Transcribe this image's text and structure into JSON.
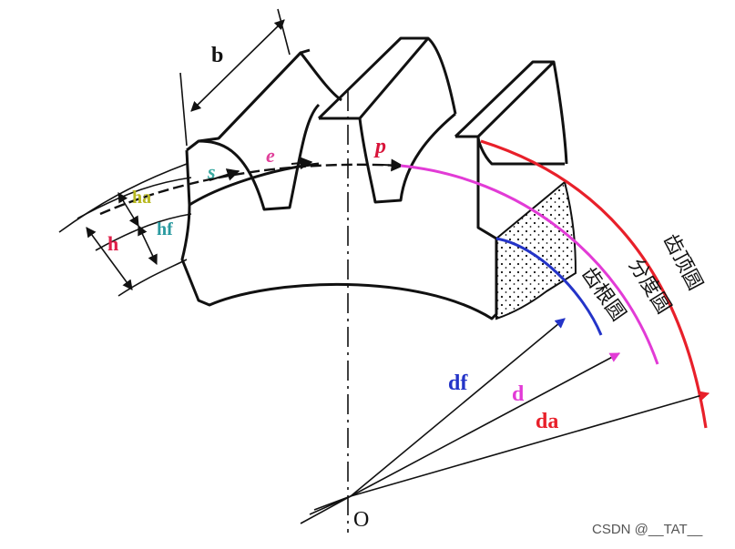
{
  "labels": {
    "b": "b",
    "s": "s",
    "e": "e",
    "p": "p",
    "ha": "ha",
    "hf": "hf",
    "h": "h",
    "df": "df",
    "d": "d",
    "da": "da",
    "origin": "O"
  },
  "circle_names": {
    "addendum": "齿顶圆",
    "pitch": "分度圆",
    "dedendum": "齿根圆"
  },
  "watermark": "CSDN @__TAT__",
  "colors": {
    "addendum": "#e8202a",
    "pitch": "#e23bd6",
    "dedendum": "#2434c8",
    "ink": "#111111",
    "label_s": "#39a8a0",
    "label_e": "#e0409a",
    "label_p": "#d8143a",
    "label_ha": "#b8b820",
    "label_hf": "#2a9aa0",
    "label_h": "#e0204a"
  }
}
